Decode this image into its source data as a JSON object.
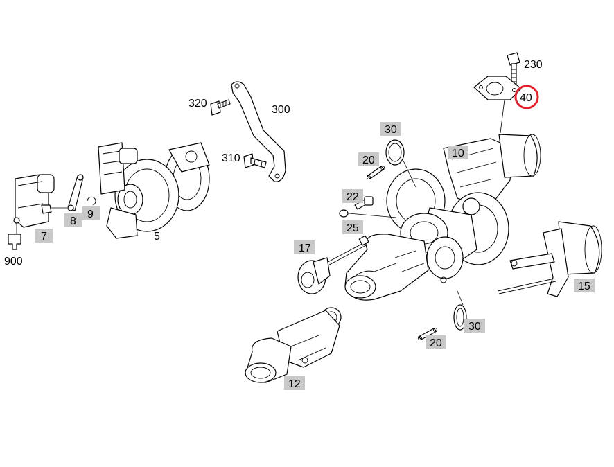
{
  "highlight_color": "#e0202a",
  "label_box_color": "#c8c8c8",
  "callouts": {
    "c230": "230",
    "c40": "40",
    "c320": "320",
    "c300": "300",
    "c310": "310",
    "c30a": "30",
    "c20a": "20",
    "c10": "10",
    "c22": "22",
    "c25": "25",
    "c17": "17",
    "c15": "15",
    "c30b": "30",
    "c20b": "20",
    "c12": "12",
    "c5": "5",
    "c7": "7",
    "c8": "8",
    "c9": "9",
    "c900": "900"
  }
}
